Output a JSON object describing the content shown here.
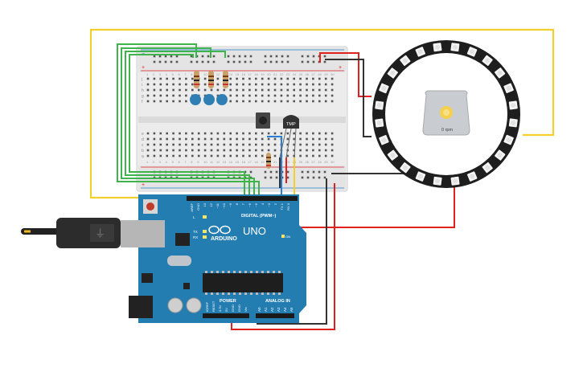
{
  "breadboard": {
    "row_letters_top": [
      "j",
      "i",
      "h",
      "g",
      "f"
    ],
    "row_letters_bottom": [
      "e",
      "d",
      "c",
      "b",
      "a"
    ],
    "column_numbers": [
      "1",
      "2",
      "3",
      "4",
      "5",
      "6",
      "7",
      "8",
      "9",
      "10",
      "11",
      "12",
      "13",
      "14",
      "15",
      "16",
      "17",
      "18",
      "19",
      "20",
      "21",
      "22",
      "23",
      "24",
      "25",
      "26",
      "27",
      "28",
      "29",
      "30"
    ],
    "rail_plus": "+",
    "rail_minus": "−"
  },
  "components": {
    "temp_sensor_label": "TMP",
    "motor_readout": "0 rpm",
    "pixel_count": 24
  },
  "arduino": {
    "logo_text": "ARDUINO",
    "model": "UNO",
    "digital_header": "DIGITAL (PWM~)",
    "digital_pins": [
      "AREF",
      "GND",
      "13",
      "12",
      "~11",
      "~10",
      "~9",
      "8",
      "7",
      "~6",
      "~5",
      "4",
      "~3",
      "2",
      "TX 1",
      "RX 0"
    ],
    "power_header": "POWER",
    "power_pins": [
      "IOREF",
      "RESET",
      "3.3V",
      "5V",
      "GND",
      "GND",
      "Vin"
    ],
    "analog_header": "ANALOG IN",
    "analog_pins": [
      "A0",
      "A1",
      "A2",
      "A3",
      "A4",
      "A5"
    ],
    "led_labels": [
      "L",
      "TX",
      "RX"
    ],
    "on_label": "ON"
  },
  "colors": {
    "wire_yellow": "#f2cf2c",
    "wire_green": "#3fb44a",
    "wire_red": "#e0221f",
    "wire_black": "#333333",
    "wire_blue": "#2a7fd4",
    "board_teal": "#237db1",
    "breadboard": "#ececec"
  }
}
